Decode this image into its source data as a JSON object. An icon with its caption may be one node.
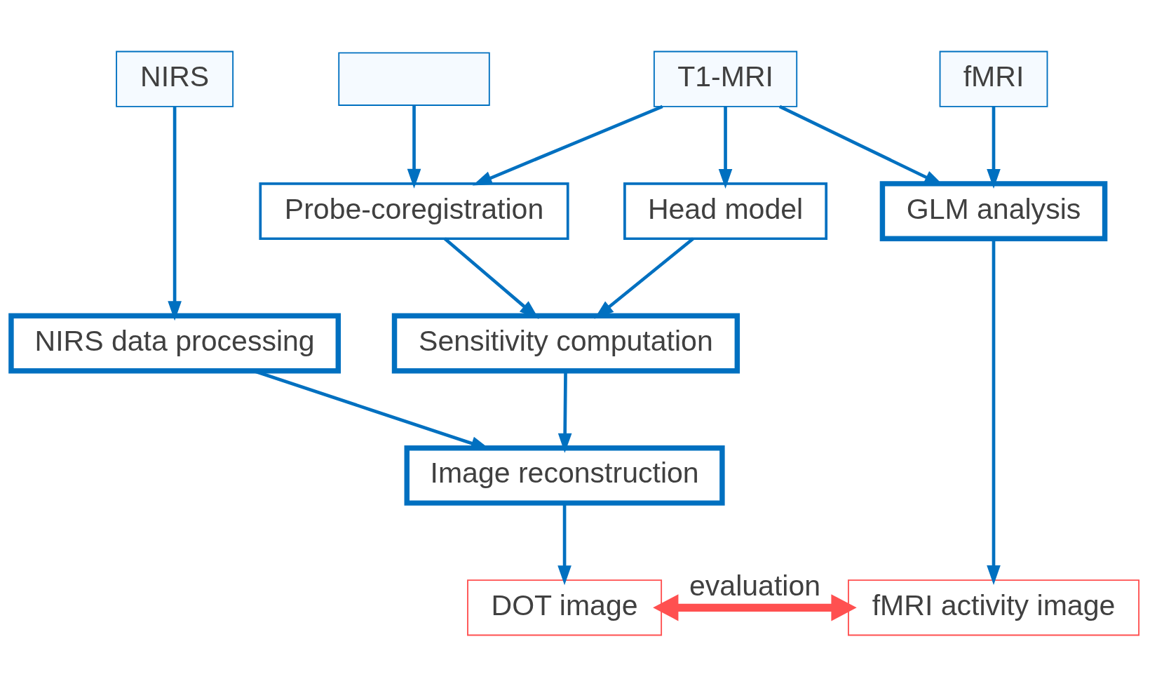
{
  "diagram": {
    "nodes": [
      {
        "text": [
          "NIRS"
        ]
      },
      {
        "text": [],
        "shape": "box"
      },
      {
        "text": [
          "T1-MRI"
        ]
      },
      {
        "text": [
          "fMRI"
        ]
      },
      {
        "text": [
          "Probe-coregistration"
        ]
      },
      {
        "text": [
          "Head model"
        ]
      },
      {
        "text": [
          "GLM analysis"
        ]
      },
      {
        "text": [
          "NIRS data processing"
        ]
      },
      {
        "text": [
          "Sensitivity computation"
        ]
      },
      {
        "text": [
          "Image reconstruction"
        ]
      },
      {
        "text": [
          "DOT image"
        ]
      },
      {
        "text": [
          "fMRI activity image"
        ]
      }
    ],
    "edges": [
      {
        "from": 0,
        "to": 7,
        "arrow": "to"
      },
      {
        "from": 1,
        "to": 4,
        "arrow": "to"
      },
      {
        "from": 2,
        "to": 4,
        "arrow": "to"
      },
      {
        "from": 2,
        "to": 5,
        "arrow": "to"
      },
      {
        "from": 2,
        "to": 6,
        "arrow": "to"
      },
      {
        "from": 3,
        "to": 6,
        "arrow": "to"
      },
      {
        "from": 4,
        "to": 8,
        "arrow": "to"
      },
      {
        "from": 5,
        "to": 8,
        "arrow": "to"
      },
      {
        "from": 8,
        "to": 9,
        "arrow": "to"
      },
      {
        "from": 7,
        "to": 9,
        "arrow": "to"
      },
      {
        "from": 9,
        "to": 10,
        "arrow": "to"
      },
      {
        "from": 6,
        "to": 11,
        "arrow": "to"
      },
      {
        "from": 10,
        "to": 11,
        "arrow": "both",
        "label": "evaluation",
        "style": "thick",
        "color": "#ff5050"
      }
    ]
  }
}
